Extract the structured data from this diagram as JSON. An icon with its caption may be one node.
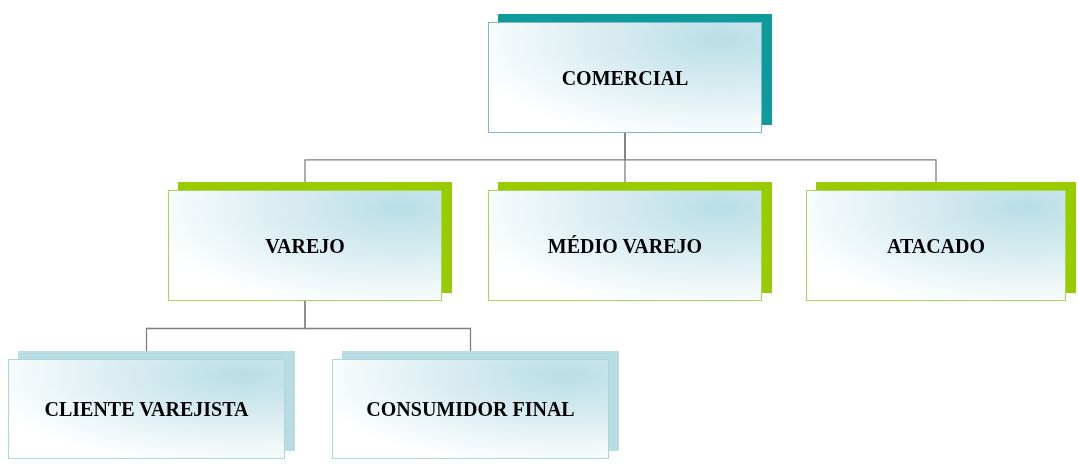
{
  "diagram": {
    "nodes": [
      {
        "text": [
          "COMERCIAL"
        ]
      },
      {
        "text": [
          "VAREJO"
        ]
      },
      {
        "text": [
          "MÉDIO VAREJO"
        ]
      },
      {
        "text": [
          "ATACADO"
        ]
      },
      {
        "text": [
          "CLIENTE VAREJISTA"
        ]
      },
      {
        "text": [
          "CONSUMIDOR FINAL"
        ]
      }
    ],
    "edges": [
      {
        "from": 0,
        "to": 1,
        "arrow": "none"
      },
      {
        "from": 0,
        "to": 2,
        "arrow": "none"
      },
      {
        "from": 0,
        "to": 3,
        "arrow": "none"
      },
      {
        "from": 1,
        "to": 4,
        "arrow": "none"
      },
      {
        "from": 1,
        "to": 5,
        "arrow": "none"
      }
    ]
  }
}
